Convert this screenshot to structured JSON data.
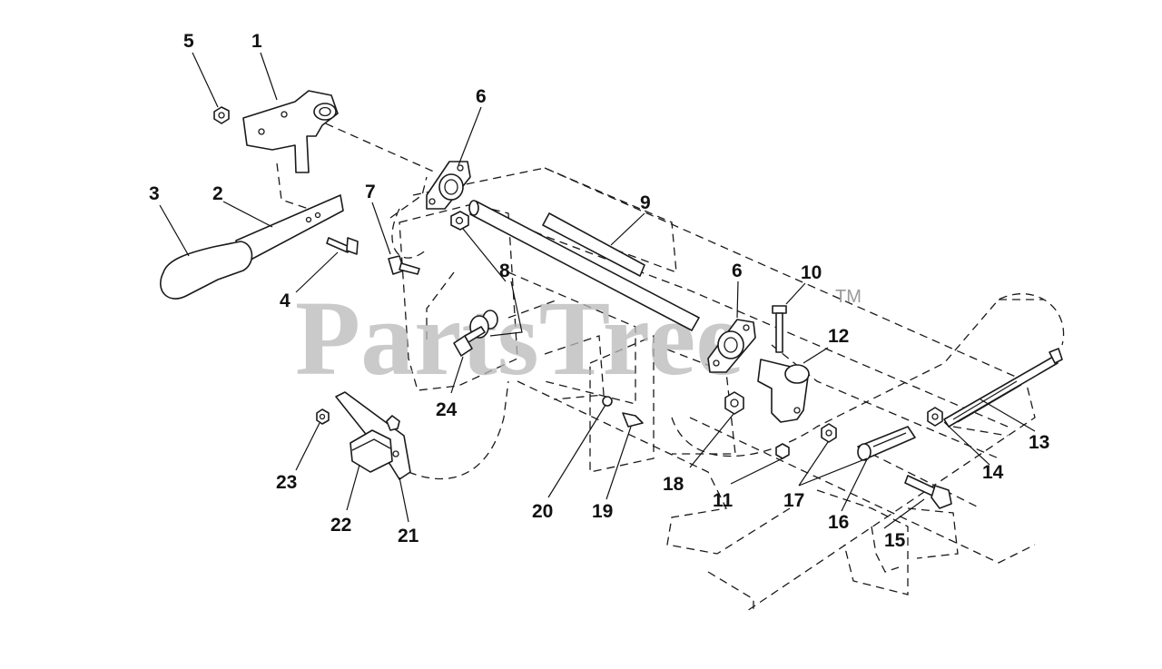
{
  "watermark": {
    "text": "PartsTree",
    "trademark": "TM"
  },
  "callouts": [
    "1",
    "2",
    "3",
    "4",
    "5",
    "6",
    "6",
    "7",
    "8",
    "9",
    "10",
    "11",
    "12",
    "13",
    "14",
    "15",
    "16",
    "17",
    "18",
    "19",
    "20",
    "21",
    "22",
    "23",
    "24"
  ]
}
